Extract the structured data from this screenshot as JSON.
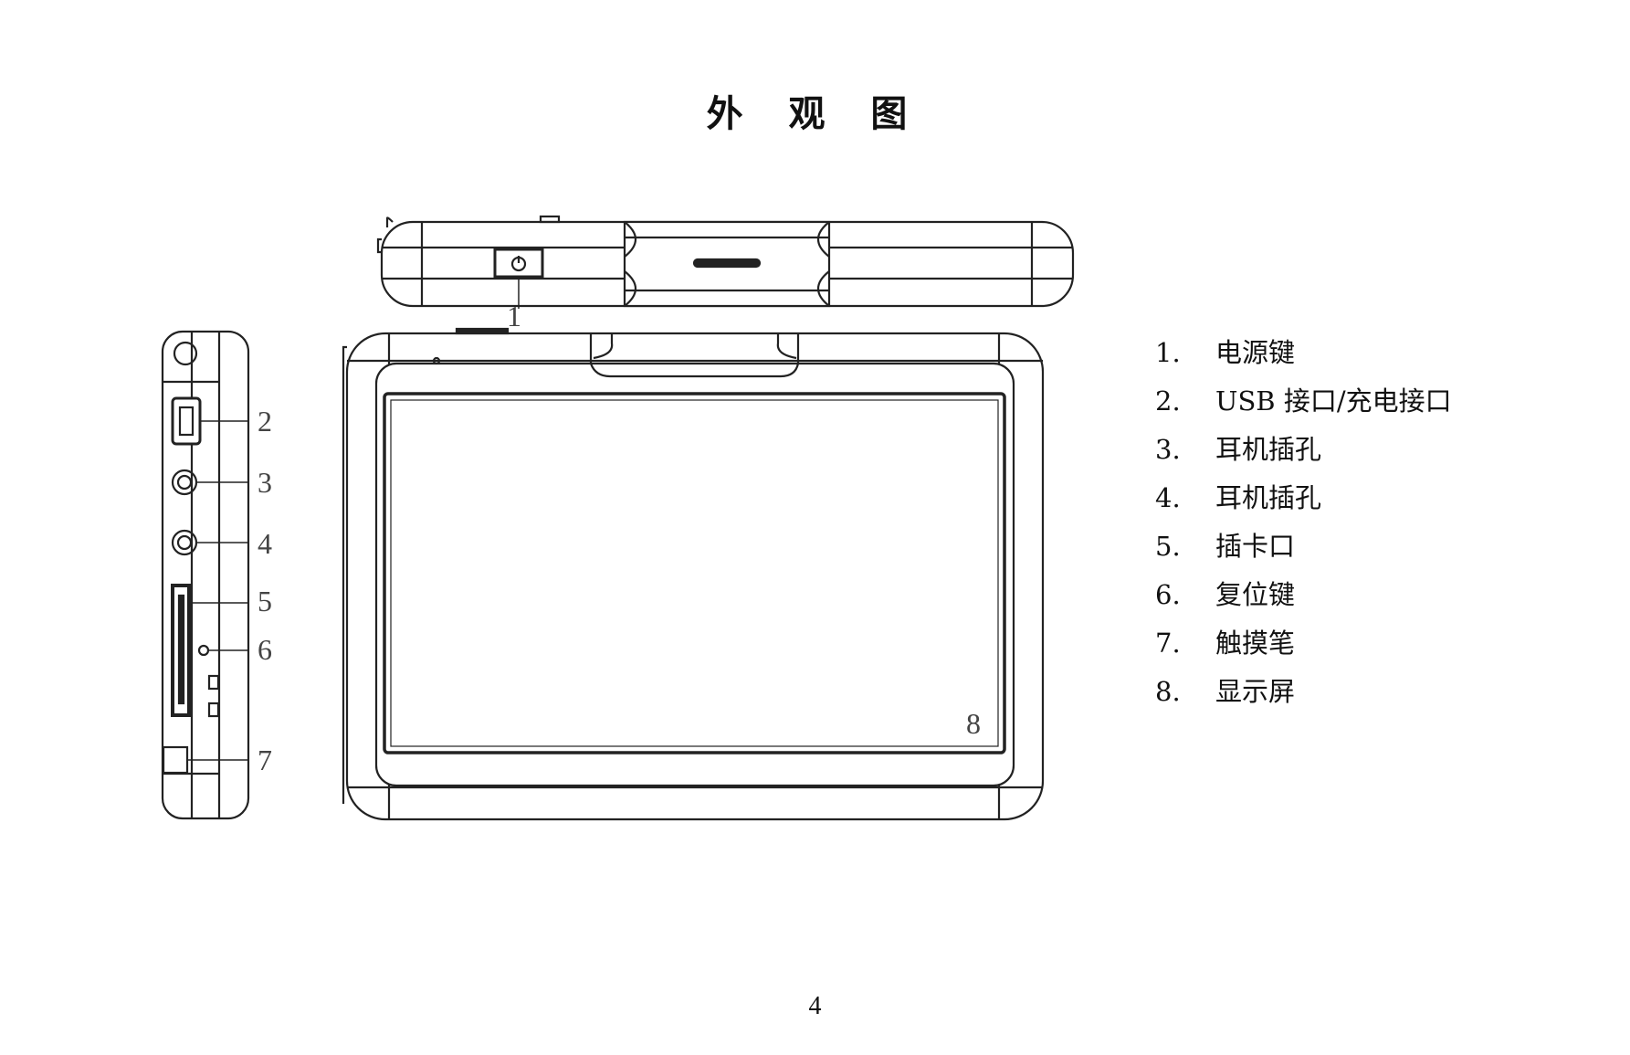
{
  "title": "外 观 图",
  "figure_labels": [
    "1",
    "2",
    "3",
    "4",
    "5",
    "6",
    "7",
    "8"
  ],
  "legend": [
    {
      "num": "1.",
      "text": "电源键"
    },
    {
      "num": "2.",
      "text": "USB 接口/充电接口"
    },
    {
      "num": "3.",
      "text": "耳机插孔"
    },
    {
      "num": "4.",
      "text": "耳机插孔"
    },
    {
      "num": "5.",
      "text": "插卡口"
    },
    {
      "num": "6.",
      "text": "复位键"
    },
    {
      "num": "7.",
      "text": "触摸笔"
    },
    {
      "num": "8.",
      "text": "显示屏"
    }
  ],
  "page_number": "4"
}
